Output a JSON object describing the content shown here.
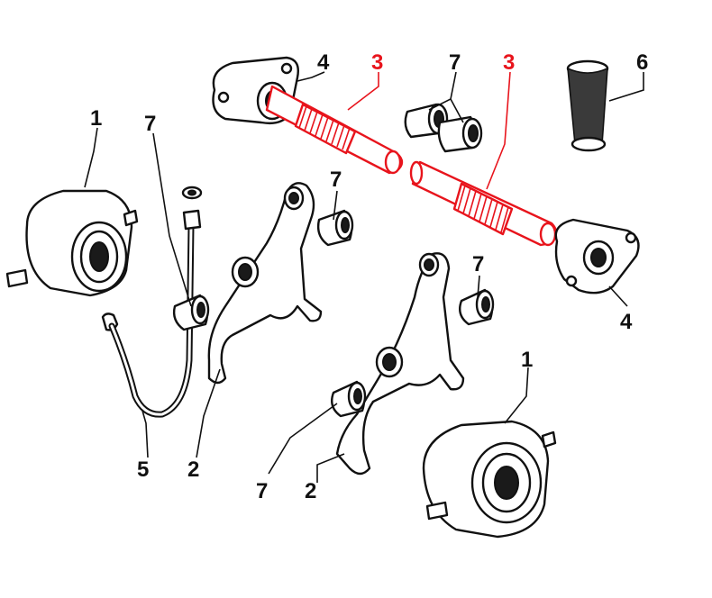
{
  "callouts": {
    "release_bearing_left": "1",
    "release_bearing_right": "1",
    "fork_left": "2",
    "fork_right_upper": "2",
    "shaft_left": "3",
    "shaft_right": "3",
    "flange_top": "4",
    "flange_right": "4",
    "hose": "5",
    "sleeve": "6",
    "bush_top": "7",
    "bush_left_upper": "7",
    "bush_mid": "7",
    "bush_right": "7",
    "bush_lower": "7"
  },
  "colors": {
    "highlight": "#e8141c",
    "line": "#111111",
    "background": "#ffffff"
  }
}
